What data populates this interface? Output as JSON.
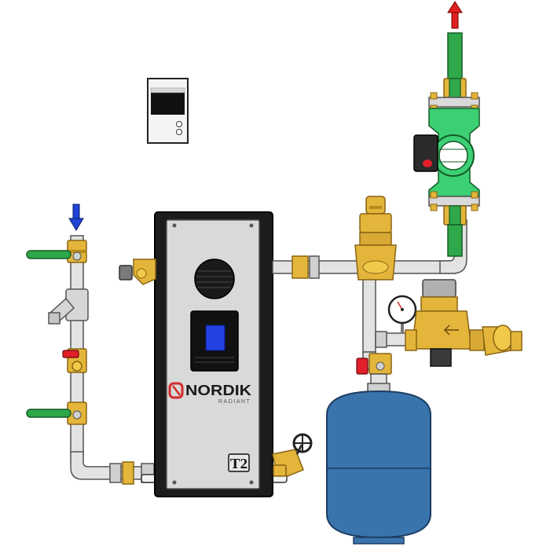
{
  "brand": {
    "name": "NORDIK",
    "subname": "RADIANT",
    "badge": "T2"
  },
  "colors": {
    "pipe": "#e3e3e3",
    "pipe_stroke": "#555555",
    "brass": "#e3b53a",
    "brass_dark": "#b8891c",
    "valve_handle": "#2fa84a",
    "pump_body": "#3ccf74",
    "tank": "#3a74ad",
    "boiler_cabinet": "#1c1c1c",
    "boiler_panel": "#d9d9d9",
    "display": "#2342e0",
    "logo_red": "#d42a2a",
    "inlet_arrow": "#1f44d6",
    "outlet_arrow": "#e02020",
    "safety_handle": "#e01f2a"
  },
  "flow": {
    "inlet_icon": "arrow-down-icon",
    "outlet_icon": "arrow-up-icon"
  }
}
